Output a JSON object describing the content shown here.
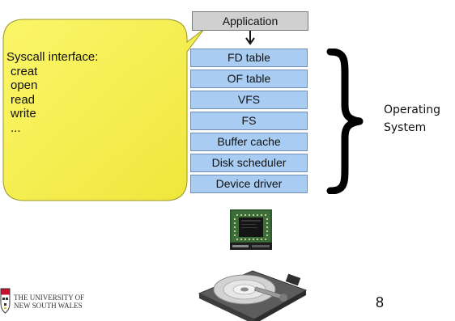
{
  "callout": {
    "heading": "Syscall interface:",
    "calls": [
      "creat",
      "open",
      "read",
      "write",
      "..."
    ],
    "fill_color": "#f7f24a"
  },
  "stack": {
    "application": "Application",
    "layers": [
      "FD table",
      "OF table",
      "VFS",
      "FS",
      "Buffer cache",
      "Disk scheduler",
      "Device driver"
    ],
    "layer_color": "#a9cdf2",
    "application_color": "#d0d0d0"
  },
  "brace_label": {
    "line1": "Operating",
    "line2": "System"
  },
  "images": {
    "chip": "controller-chip-icon",
    "disk": "hard-disk-icon"
  },
  "footer": {
    "logo_line1": "THE UNIVERSITY OF",
    "logo_line2": "NEW SOUTH WALES",
    "page_number": "8"
  }
}
